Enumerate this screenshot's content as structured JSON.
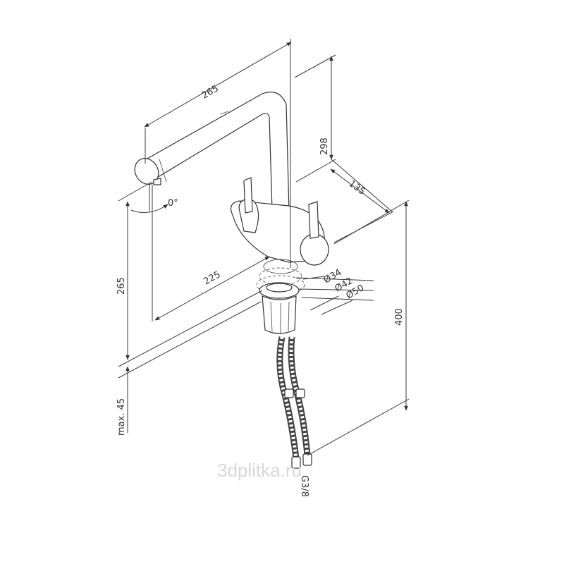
{
  "dimensions": {
    "d265_top": "265",
    "d298": "298",
    "d135": "135",
    "d265_left": "265",
    "d225": "225",
    "d400": "400",
    "dmax45": "max. 45",
    "dphi34": "Ø34",
    "dphi42": "Ø42",
    "dphi50": "Ø50",
    "angle": "0°",
    "thread": "G3/8"
  },
  "watermark": "3dplitka.ru"
}
